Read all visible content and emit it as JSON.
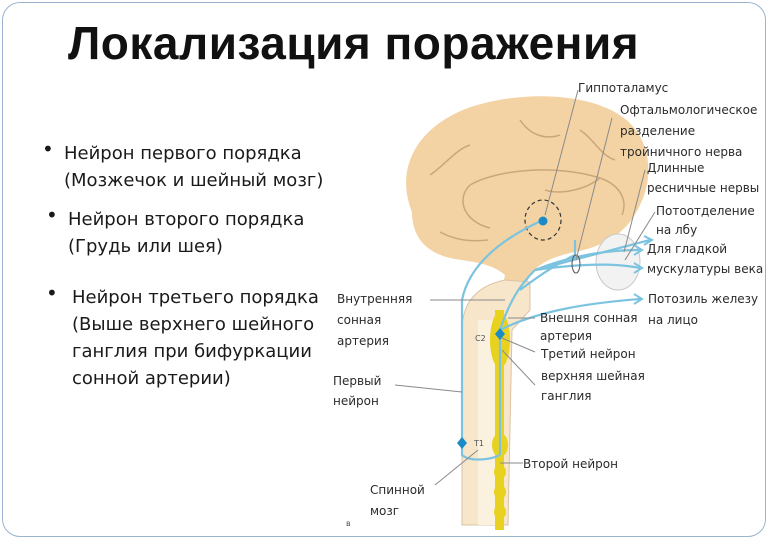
{
  "title": "Локализация поражения",
  "bullets": [
    {
      "line1": "Нейрон первого порядка",
      "line2": "(Мозжечок и шейный мозг)"
    },
    {
      "line1": "Нейрон второго порядка",
      "line2": "(Грудь или шея)"
    },
    {
      "line1": "Нейрон третьего порядка",
      "line2": "(Выше верхнего шейного",
      "line3": "ганглия при бифуркации",
      "line4": "сонной артерии)"
    }
  ],
  "labels": {
    "hypothalamus": "Гиппоталамус",
    "ophth_1": "Офтальмологическое",
    "ophth_2": "разделение",
    "ophth_3": "тройничного нерва",
    "ciliary_1": "Длинные",
    "ciliary_2": "ресничные нервы",
    "sweat_1": "Потоотделение",
    "sweat_2": "на лбу",
    "smooth_1": "Для гладкой",
    "smooth_2": "мускулатуры века",
    "facesweat_1": "Потозиль железу",
    "facesweat_2": "на лицо",
    "internal_1": "Внутренняя",
    "internal_2": "сонная",
    "internal_3": "артерия",
    "external_1": "Внешня сонная",
    "external_2": "артерия",
    "third_neuron": "Третий нейрон",
    "ganglion_1": "верхняя шейная",
    "ganglion_2": "ганглия",
    "first_1": "Первый",
    "first_2": "нейрон",
    "second_neuron": "Второй нейрон",
    "spinal_1": "Спинной",
    "spinal_2": "мозг",
    "c2": "C2",
    "t1": "T1",
    "b": "в"
  },
  "colors": {
    "brain": "#f3d3a3",
    "brain_fold": "#c9a77c",
    "nerve": "#7cc3e0",
    "neuron_dot": "#1a8bc7",
    "ganglion": "#e8d21f",
    "leader": "#8a8a8a"
  }
}
